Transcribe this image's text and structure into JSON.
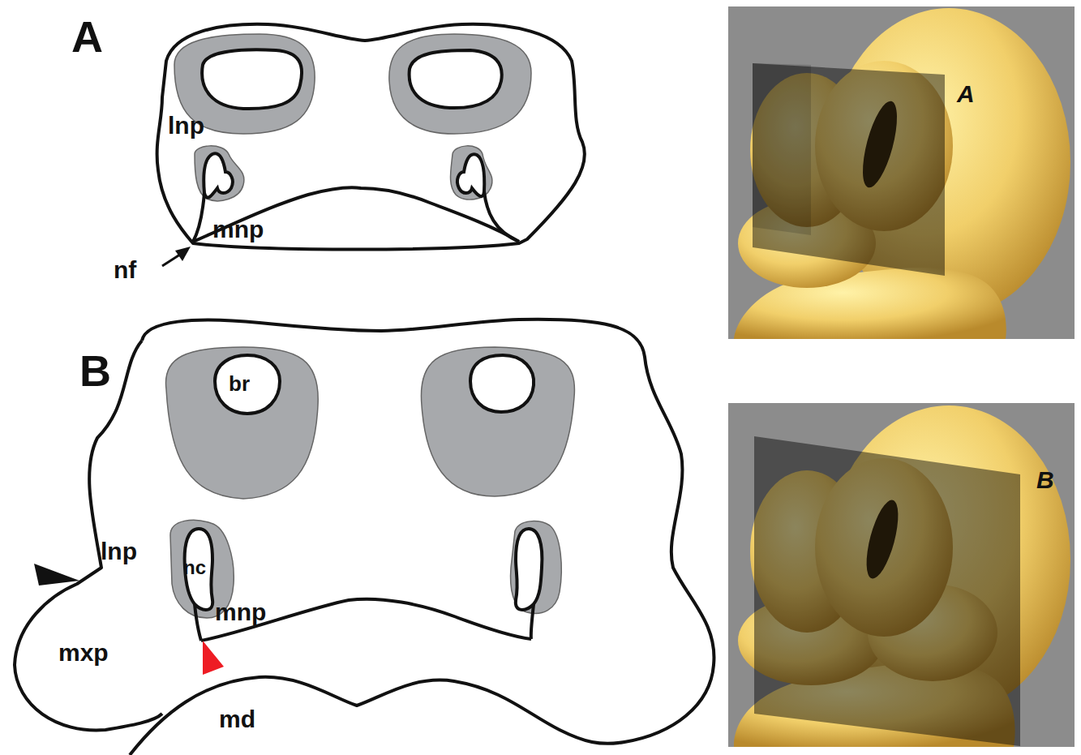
{
  "diagram": {
    "labels": [
      "A",
      "lnp",
      "mnp",
      "nf",
      "A",
      "B",
      "br",
      "lnp",
      "nc",
      "mnp",
      "mxp",
      "md",
      "B"
    ]
  }
}
